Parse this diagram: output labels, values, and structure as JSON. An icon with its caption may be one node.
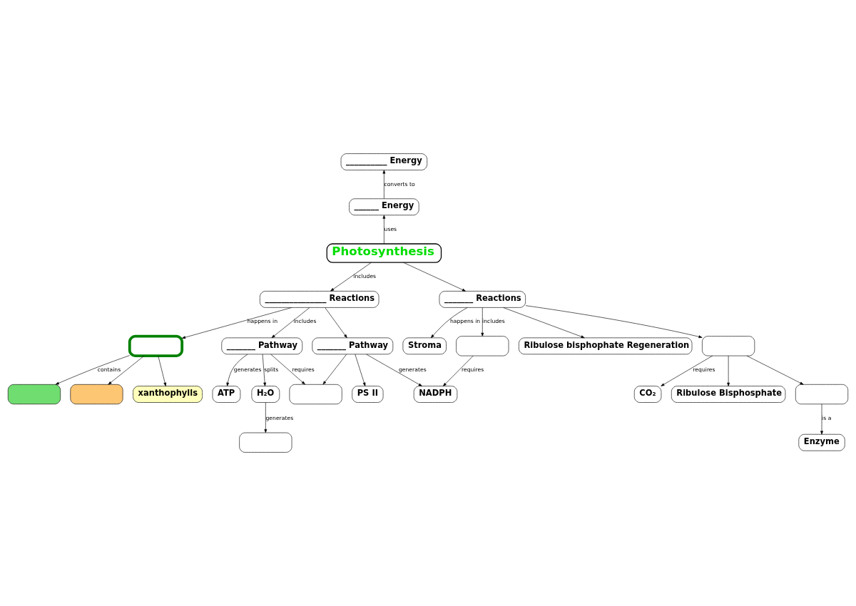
{
  "diagram": {
    "nodes": [
      {
        "text": [
          "__________ Energy"
        ]
      },
      {
        "text": [
          "______ Energy"
        ]
      },
      {
        "text": [
          "Photosynthesis"
        ]
      },
      {
        "text": [
          "_______________ Reactions"
        ]
      },
      {
        "text": [
          "_______ Reactions"
        ]
      },
      {
        "text": [],
        "shape": "box"
      },
      {
        "text": [
          "Stroma"
        ]
      },
      {
        "text": [],
        "shape": "box"
      },
      {
        "text": [],
        "shape": "box"
      },
      {
        "text": [
          "xanthophylls"
        ]
      },
      {
        "text": [
          "_______ Pathway"
        ]
      },
      {
        "text": [
          "_______ Pathway"
        ]
      },
      {
        "text": [],
        "shape": "box"
      },
      {
        "text": [
          "Ribulose bisphophate Regeneration"
        ]
      },
      {
        "text": [],
        "shape": "box"
      },
      {
        "text": [
          "ATP"
        ]
      },
      {
        "text": [
          "H₂O"
        ]
      },
      {
        "text": [],
        "shape": "box"
      },
      {
        "text": [
          "PS II"
        ]
      },
      {
        "text": [
          "NADPH"
        ]
      },
      {
        "text": [],
        "shape": "box"
      },
      {
        "text": [
          "CO₂"
        ]
      },
      {
        "text": [
          "Ribulose Bisphosphate"
        ]
      },
      {
        "text": [],
        "shape": "box"
      },
      {
        "text": [
          "Enzyme"
        ]
      }
    ],
    "edges": [
      {
        "from": 2,
        "to": 1,
        "arrow": "to",
        "label": "uses"
      },
      {
        "from": 1,
        "to": 0,
        "arrow": "to",
        "label": "converts to"
      },
      {
        "from": 2,
        "to": 3,
        "arrow": "to",
        "label": "includes"
      },
      {
        "from": 2,
        "to": 4,
        "arrow": "to"
      },
      {
        "from": 3,
        "to": 5,
        "arrow": "to",
        "label": "happens in"
      },
      {
        "from": 4,
        "to": 6,
        "arrow": "to",
        "label": "happens in"
      },
      {
        "from": 5,
        "to": 7,
        "arrow": "to",
        "label": "contains"
      },
      {
        "from": 5,
        "to": 9,
        "arrow": "to"
      },
      {
        "from": 5,
        "to": 8,
        "arrow": "to"
      },
      {
        "from": 3,
        "to": 10,
        "arrow": "to",
        "label": "includes"
      },
      {
        "from": 3,
        "to": 11,
        "arrow": "to"
      },
      {
        "from": 4,
        "to": 12,
        "arrow": "to",
        "label": "includes"
      },
      {
        "from": 4,
        "to": 14,
        "arrow": "to"
      },
      {
        "from": 4,
        "to": 13,
        "arrow": "to"
      },
      {
        "from": 10,
        "to": 15,
        "arrow": "to",
        "label": "generates"
      },
      {
        "from": 10,
        "to": 16,
        "arrow": "to",
        "label": "splits"
      },
      {
        "from": 16,
        "to": 20,
        "arrow": "to",
        "label": "generates"
      },
      {
        "from": 10,
        "to": 17,
        "arrow": "to",
        "label": "requires"
      },
      {
        "from": 11,
        "to": 17,
        "arrow": "to"
      },
      {
        "from": 11,
        "to": 18,
        "arrow": "to"
      },
      {
        "from": 11,
        "to": 19,
        "arrow": "to",
        "label": "generates"
      },
      {
        "from": 12,
        "to": 19,
        "arrow": "to",
        "label": "requires"
      },
      {
        "from": 14,
        "to": 21,
        "arrow": "to",
        "label": "requires"
      },
      {
        "from": 14,
        "to": 22,
        "arrow": "to"
      },
      {
        "from": 14,
        "to": 23,
        "arrow": "to"
      },
      {
        "from": 23,
        "to": 24,
        "arrow": "to",
        "label": "is a"
      }
    ]
  }
}
